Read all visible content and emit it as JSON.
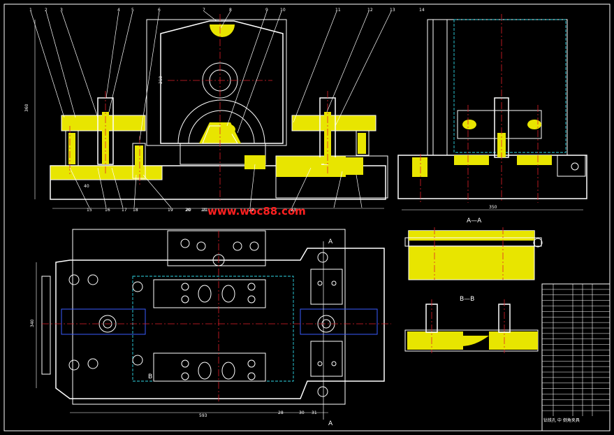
{
  "watermark": "www.woc88.com",
  "views": {
    "section_aa": "A—A",
    "section_bb": "B—B",
    "mark_a": "A",
    "mark_b": "B"
  },
  "part_callouts_top": [
    "1",
    "2",
    "3",
    "4",
    "5",
    "6",
    "7",
    "8",
    "9",
    "10",
    "11",
    "12",
    "13",
    "14"
  ],
  "part_callouts_bottom": [
    "15",
    "16",
    "17",
    "18",
    "19",
    "20",
    "21",
    "22",
    "23"
  ],
  "plan_callouts": [
    "20",
    "21",
    "28",
    "30",
    "31"
  ],
  "dimensions": {
    "front_height": "360",
    "side_width": "350",
    "plan_length": "593",
    "plan_height": "340",
    "center_height": "210",
    "small_dim": "40"
  },
  "title_block": {
    "title": "钻铣孔 中 倒角夹具",
    "rows": 24
  },
  "colors": {
    "background": "#000000",
    "outline": "#ffffff",
    "section_fill": "#e8e500",
    "center_line": "#e0202a",
    "hidden_line": "#2fd7e6",
    "part_line": "#3a5cff",
    "watermark": "#ff2020"
  }
}
